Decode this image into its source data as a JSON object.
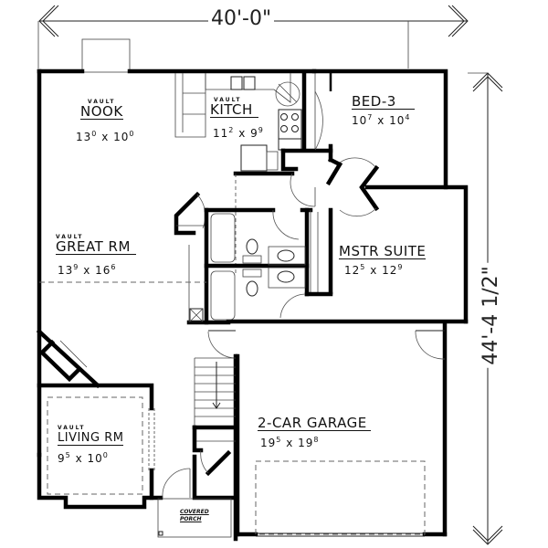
{
  "dimensions": {
    "width": "40'-0\"",
    "depth": "44'-4 1/2\""
  },
  "rooms": {
    "nook": {
      "vault": "VAULT",
      "name": "NOOK",
      "dim_a": "13",
      "dim_a_sup": "0",
      "dim_b": "10",
      "dim_b_sup": "0",
      "x": "x"
    },
    "kitchen": {
      "vault": "VAULT",
      "name": "KITCH",
      "dim_a": "11",
      "dim_a_sup": "2",
      "dim_b": "9",
      "dim_b_sup": "9",
      "x": "x"
    },
    "bed3": {
      "name": "BED-3",
      "dim_a": "10",
      "dim_a_sup": "7",
      "dim_b": "10",
      "dim_b_sup": "4",
      "x": "x"
    },
    "great_rm": {
      "vault": "VAULT",
      "name": "GREAT RM",
      "dim_a": "13",
      "dim_a_sup": "9",
      "dim_b": "16",
      "dim_b_sup": "6",
      "x": "x"
    },
    "master_suite": {
      "name": "MSTR SUITE",
      "dim_a": "12",
      "dim_a_sup": "5",
      "dim_b": "12",
      "dim_b_sup": "9",
      "x": "x"
    },
    "living_rm": {
      "vault": "VAULT",
      "name": "LIVING RM",
      "dim_a": "9",
      "dim_a_sup": "5",
      "dim_b": "10",
      "dim_b_sup": "0",
      "x": "x"
    },
    "garage": {
      "name": "2-CAR GARAGE",
      "dim_a": "19",
      "dim_a_sup": "5",
      "dim_b": "19",
      "dim_b_sup": "8",
      "x": "x"
    },
    "porch": {
      "line1": "COVERED",
      "line2": "PORCH"
    }
  },
  "colors": {
    "ink": "#000000",
    "background": "#ffffff"
  }
}
